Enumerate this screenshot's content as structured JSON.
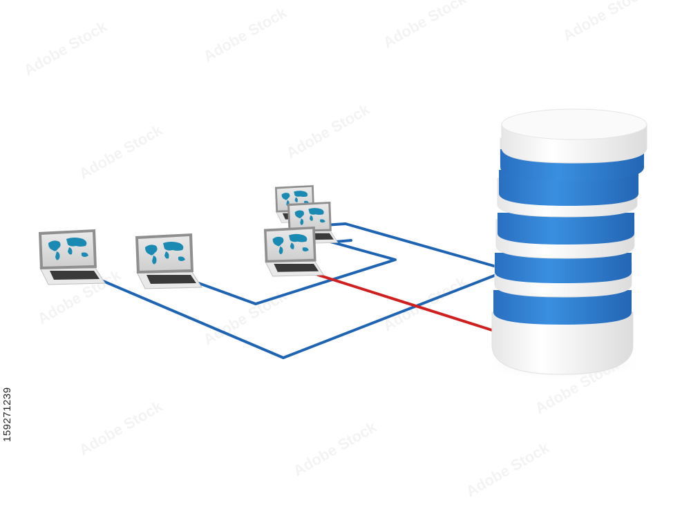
{
  "image": {
    "stock_id": "159271239",
    "watermark_text": "Adobe Stock",
    "colors": {
      "background": "#ffffff",
      "cable_blue": "#1f63b3",
      "cable_red": "#cf1f1f",
      "db_stripe": "#2d7fd0",
      "db_body": "#f4f4f4",
      "laptop_frame": "#d9d9d9",
      "screen_map": "#1b8ab3"
    },
    "objects": {
      "laptops": 5,
      "database": "database-cylinder-icon"
    }
  }
}
